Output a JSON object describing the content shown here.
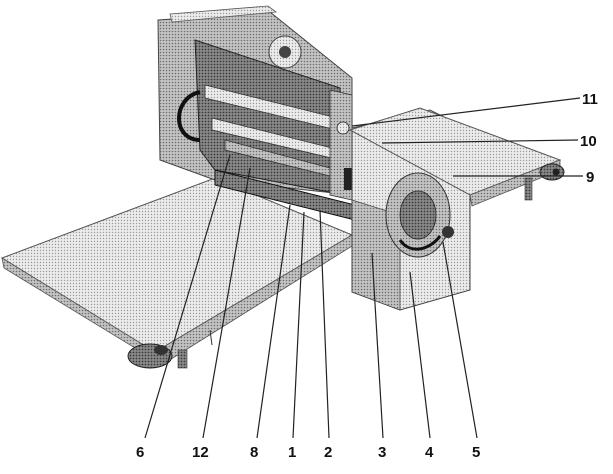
{
  "figure": {
    "subject": "dough-sheeter-machine",
    "colors": {
      "ink": "#1a1a1a",
      "body_light": "#e2e2e2",
      "body_mid": "#b8b8b8",
      "body_dark": "#6a6a6a",
      "shadow": "#2a2a2a"
    }
  },
  "callouts": [
    {
      "id": "6",
      "label": "6"
    },
    {
      "id": "12",
      "label": "12"
    },
    {
      "id": "8",
      "label": "8"
    },
    {
      "id": "1",
      "label": "1"
    },
    {
      "id": "2",
      "label": "2"
    },
    {
      "id": "3",
      "label": "3"
    },
    {
      "id": "4",
      "label": "4"
    },
    {
      "id": "5",
      "label": "5"
    },
    {
      "id": "9",
      "label": "9"
    },
    {
      "id": "10",
      "label": "10"
    },
    {
      "id": "11",
      "label": "11"
    }
  ]
}
